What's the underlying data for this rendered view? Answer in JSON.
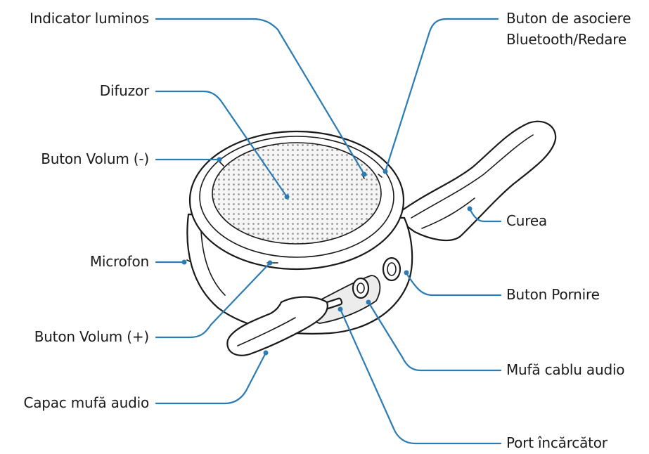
{
  "labels": {
    "indicator": "Indicator luminos",
    "pairing_line1": "Buton de asociere",
    "pairing_line2": "Bluetooth/Redare",
    "speaker": "Difuzor",
    "volume_down": "Buton Volum (-)",
    "strap": "Curea",
    "microphone": "Microfon",
    "power": "Buton Pornire",
    "volume_up": "Buton Volum (+)",
    "audio_jack": "Mufă cablu audio",
    "jack_cover": "Capac mufă audio",
    "charger_port": "Port încărcător"
  },
  "colors": {
    "leader": "#2b7bb5",
    "outline": "#1a1a1a",
    "grille": "#e9e9e9"
  }
}
